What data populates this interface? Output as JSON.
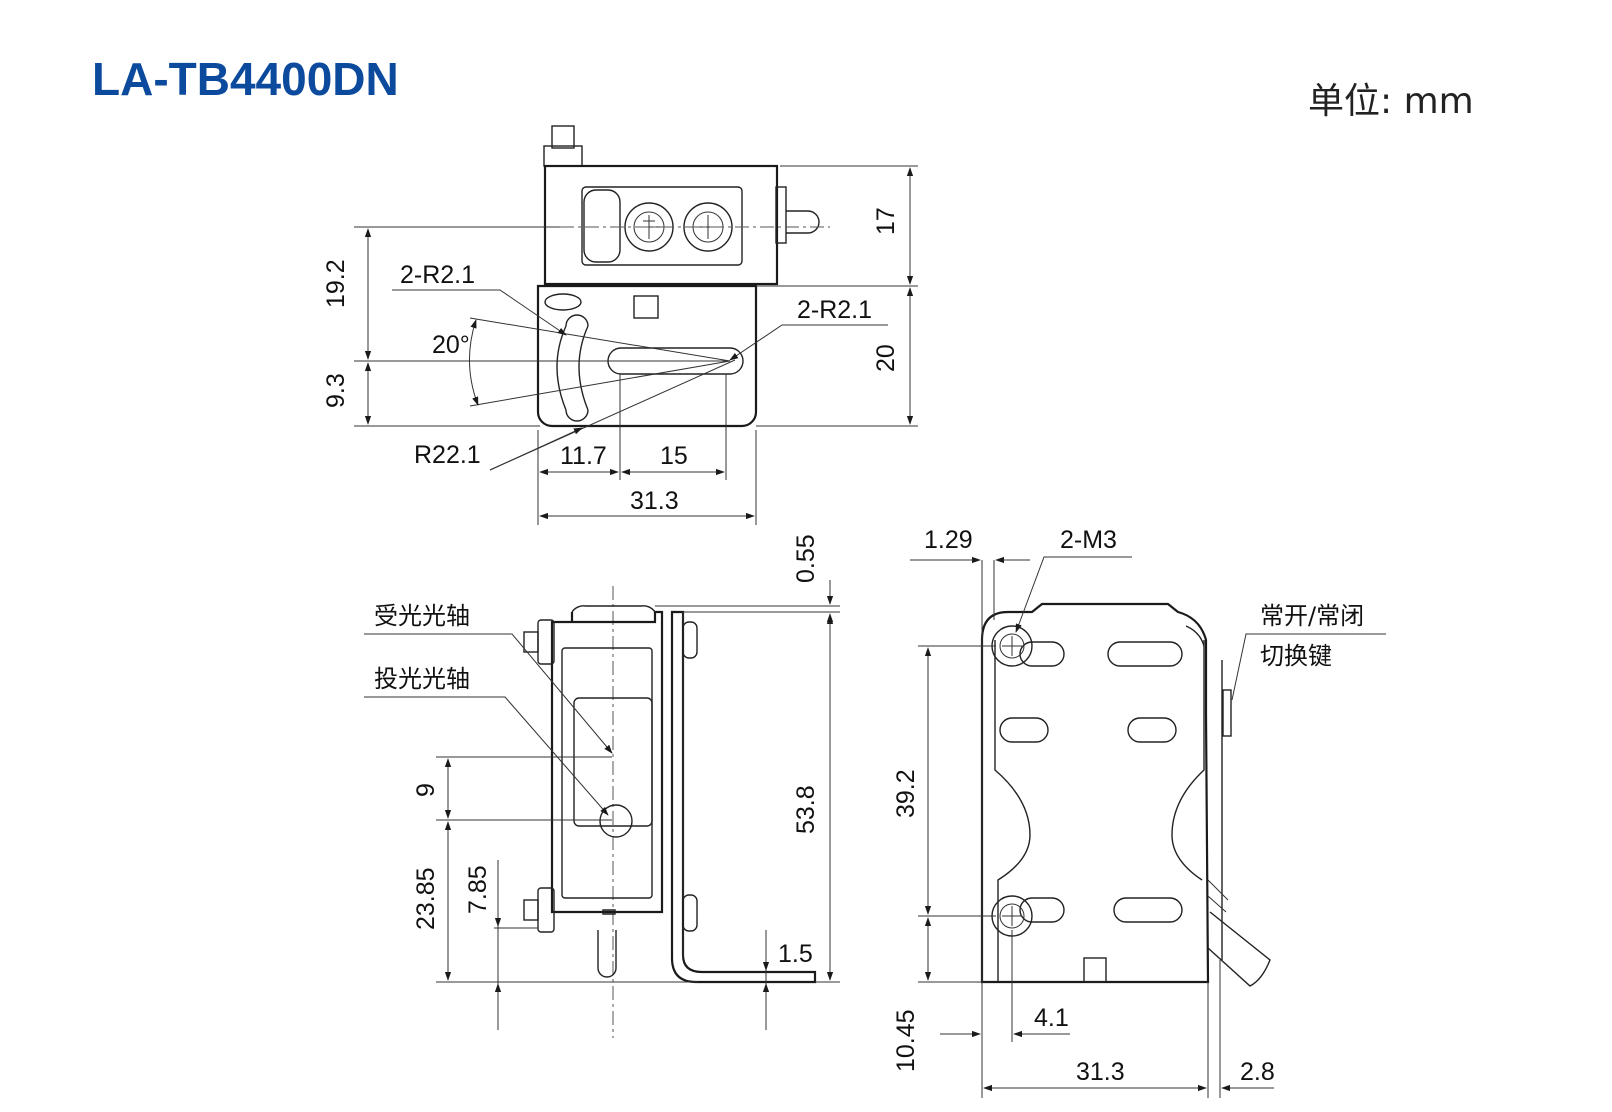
{
  "title": "LA-TB4400DN",
  "unit": "单位: mm",
  "colors": {
    "title": "#0b4a9c",
    "line": "#1a1a1a",
    "text": "#111111"
  },
  "top_view": {
    "dims": {
      "h17": "17",
      "h19_2": "19.2",
      "h9_3": "9.3",
      "h20": "20",
      "r_slot_left": "2-R2.1",
      "r_slot_right": "2-R2.1",
      "angle": "20°",
      "radius": "R22.1",
      "w11_7": "11.7",
      "w15": "15",
      "w31_3": "31.3"
    }
  },
  "front_view": {
    "labels": {
      "receiver_axis": "受光光轴",
      "emitter_axis": "投光光轴"
    },
    "dims": {
      "d0_55": "0.55",
      "d53_8": "53.8",
      "d9": "9",
      "d23_85": "23.85",
      "d7_85": "7.85",
      "d1_5": "1.5"
    }
  },
  "side_view": {
    "labels": {
      "switch_line1": "常开/常闭",
      "switch_line2": "切换键",
      "screws": "2-M3"
    },
    "dims": {
      "d1_29": "1.29",
      "d39_2": "39.2",
      "d10_45": "10.45",
      "d4_1": "4.1",
      "d31_3": "31.3",
      "d2_8": "2.8"
    }
  }
}
